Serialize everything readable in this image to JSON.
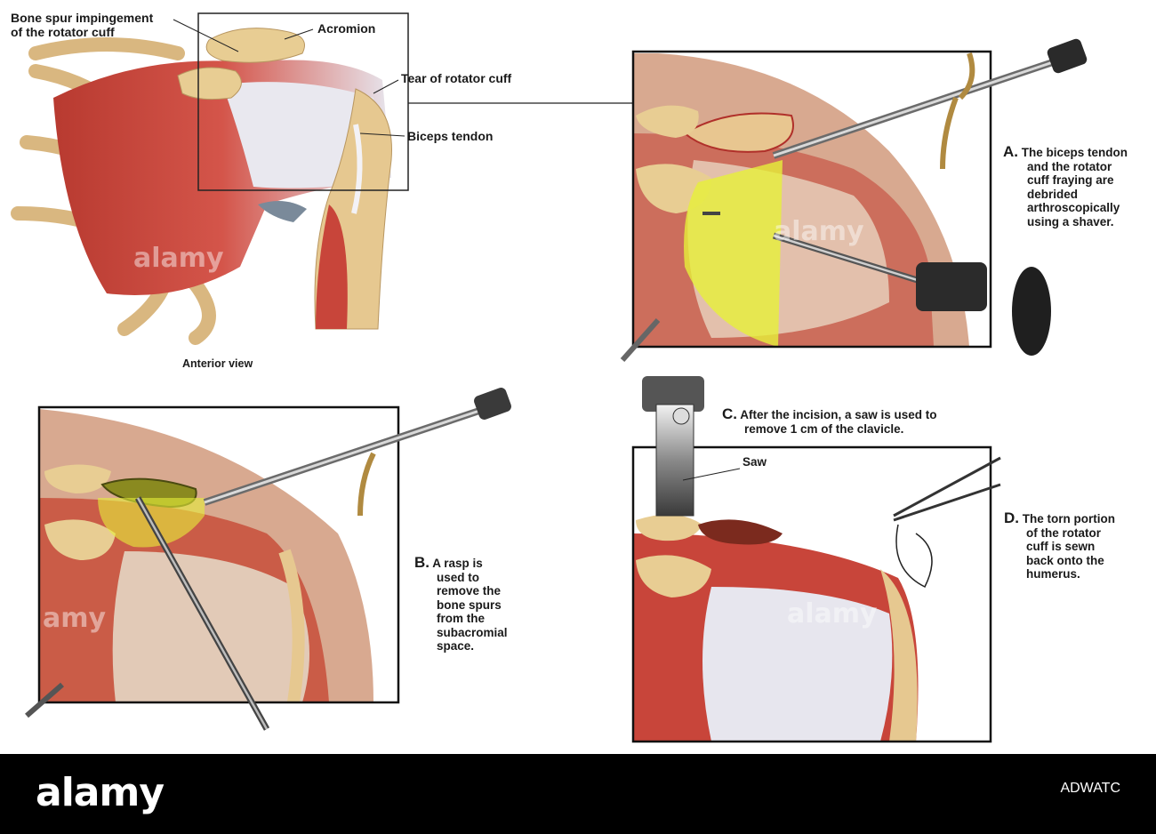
{
  "main_view": {
    "labels": {
      "bone_spur_line1": "Bone spur impingement",
      "bone_spur_line2": "of the rotator cuff",
      "acromion": "Acromion",
      "tear": "Tear of rotator cuff",
      "biceps": "Biceps tendon"
    },
    "caption": "Anterior view"
  },
  "panel_a": {
    "letter": "A.",
    "lines": [
      "The biceps tendon",
      "and the rotator",
      "cuff fraying are",
      "debrided",
      "arthroscopically",
      "using a shaver."
    ]
  },
  "panel_b": {
    "letter": "B.",
    "lines": [
      "A rasp is",
      "used to",
      "remove the",
      "bone spurs",
      "from the",
      "subacromial",
      "space."
    ]
  },
  "panel_c": {
    "letter": "C.",
    "line1": "After the incision, a saw is used to",
    "line2": "remove 1 cm of the clavicle.",
    "saw_label": "Saw"
  },
  "panel_d": {
    "letter": "D.",
    "lines": [
      "The torn portion",
      "of the rotator",
      "cuff is sewn",
      "back onto the",
      "humerus."
    ]
  },
  "watermark": {
    "brand": "alamy",
    "stock_id": "ADWATC"
  },
  "colors": {
    "muscle": "#c8453a",
    "bone": "#e9cf9a",
    "tendon": "#e7e6ee",
    "highlight": "#e6f03a",
    "skin": "#d9a48c"
  }
}
